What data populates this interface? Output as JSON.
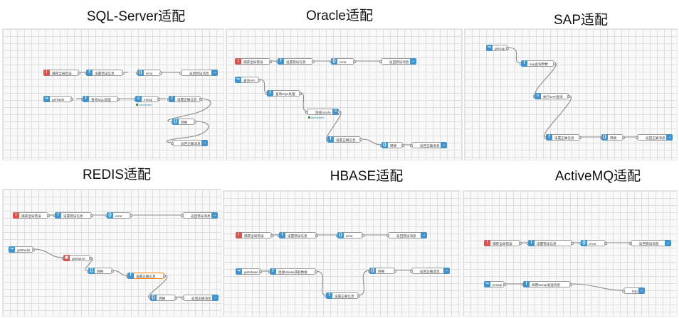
{
  "panels": [
    {
      "title": "SQL-Server适配",
      "nodes": [
        {
          "label": "捕获全局错误",
          "icon": "!"
        },
        {
          "label": "设置错误信息",
          "icon": "f"
        },
        {
          "label": "error",
          "icon": "{}"
        },
        {
          "label": "返回错误消息",
          "icon": "→"
        },
        {
          "label": "getTable",
          "icon": "↪"
        },
        {
          "label": "查询SQL处理",
          "icon": "f"
        },
        {
          "label": "mssql",
          "icon": "≡"
        },
        {
          "label": "设置正确信息",
          "icon": "f"
        },
        {
          "label": "转换",
          "icon": "{}"
        },
        {
          "label": "返回正确消息",
          "icon": "→"
        }
      ],
      "status": "connected"
    },
    {
      "title": "Oracle适配",
      "nodes": [
        {
          "label": "捕获全局错误",
          "icon": "!"
        },
        {
          "label": "设置错误信息",
          "icon": "f"
        },
        {
          "label": "error",
          "icon": "{}"
        },
        {
          "label": "返回错误消息",
          "icon": "→"
        },
        {
          "label": "查询API",
          "icon": "↪"
        },
        {
          "label": "查询SQL处理",
          "icon": "f"
        },
        {
          "label": "连接oracle",
          "icon": "≡"
        },
        {
          "label": "设置正确信息",
          "icon": "f"
        },
        {
          "label": "转换",
          "icon": "{}"
        },
        {
          "label": "返回正确消息",
          "icon": "→"
        }
      ],
      "status": "connected"
    },
    {
      "title": "SAP适配",
      "nodes": [
        {
          "label": "getSap",
          "icon": "↪"
        },
        {
          "label": "sap查询参数",
          "icon": "f"
        },
        {
          "label": "执行SAP查询",
          "icon": "≡"
        },
        {
          "label": "设置正确信息",
          "icon": "f"
        },
        {
          "label": "转换",
          "icon": "{}"
        },
        {
          "label": "返回正确消息",
          "icon": "→"
        }
      ]
    },
    {
      "title": "REDIS适配",
      "nodes": [
        {
          "label": "捕获全局错误",
          "icon": "!"
        },
        {
          "label": "设置错误信息",
          "icon": "f"
        },
        {
          "label": "error",
          "icon": "{}"
        },
        {
          "label": "返回错误消息",
          "icon": "→"
        },
        {
          "label": "getRedis",
          "icon": "↪"
        },
        {
          "label": "getName",
          "icon": "▣"
        },
        {
          "label": "转换",
          "icon": "{}"
        },
        {
          "label": "设置正确信息",
          "icon": "f"
        },
        {
          "label": "转换",
          "icon": "{}"
        },
        {
          "label": "返回正确消息",
          "icon": "→"
        }
      ]
    },
    {
      "title": "HBASE适配",
      "nodes": [
        {
          "label": "捕获全局错误",
          "icon": "!"
        },
        {
          "label": "设置错误信息",
          "icon": "f"
        },
        {
          "label": "error",
          "icon": "{}"
        },
        {
          "label": "返回错误消息",
          "icon": "→"
        },
        {
          "label": "getHbase",
          "icon": "↪"
        },
        {
          "label": "连接Hbase获取数据",
          "icon": "f"
        },
        {
          "label": "设置正确信息",
          "icon": "f"
        },
        {
          "label": "转换",
          "icon": "{}"
        },
        {
          "label": "返回正确消息",
          "icon": "→"
        }
      ]
    },
    {
      "title": "ActiveMQ适配",
      "nodes": [
        {
          "label": "捕获全局错误",
          "icon": "!"
        },
        {
          "label": "设置错误信息",
          "icon": "f"
        },
        {
          "label": "error",
          "icon": "{}"
        },
        {
          "label": "返回错误消息",
          "icon": "→"
        },
        {
          "label": "jmsapi",
          "icon": "↪"
        },
        {
          "label": "调用stomp发送消息",
          "icon": "f"
        },
        {
          "label": "http",
          "icon": "→"
        }
      ]
    }
  ]
}
